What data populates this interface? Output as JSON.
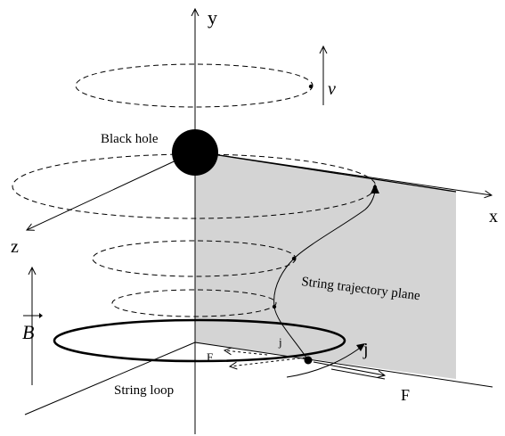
{
  "labels": {
    "y_axis": "y",
    "x_axis": "x",
    "z_axis": "z",
    "velocity": "v",
    "black_hole": "Black hole",
    "field": "B",
    "string_loop": "String loop",
    "plane": "String trajectory plane",
    "current_upper": "j",
    "current_lower": "j",
    "force_inner": "F",
    "force_outer": "F"
  },
  "colors": {
    "plane_fill": "#d4d4d4",
    "ink": "#000000"
  }
}
